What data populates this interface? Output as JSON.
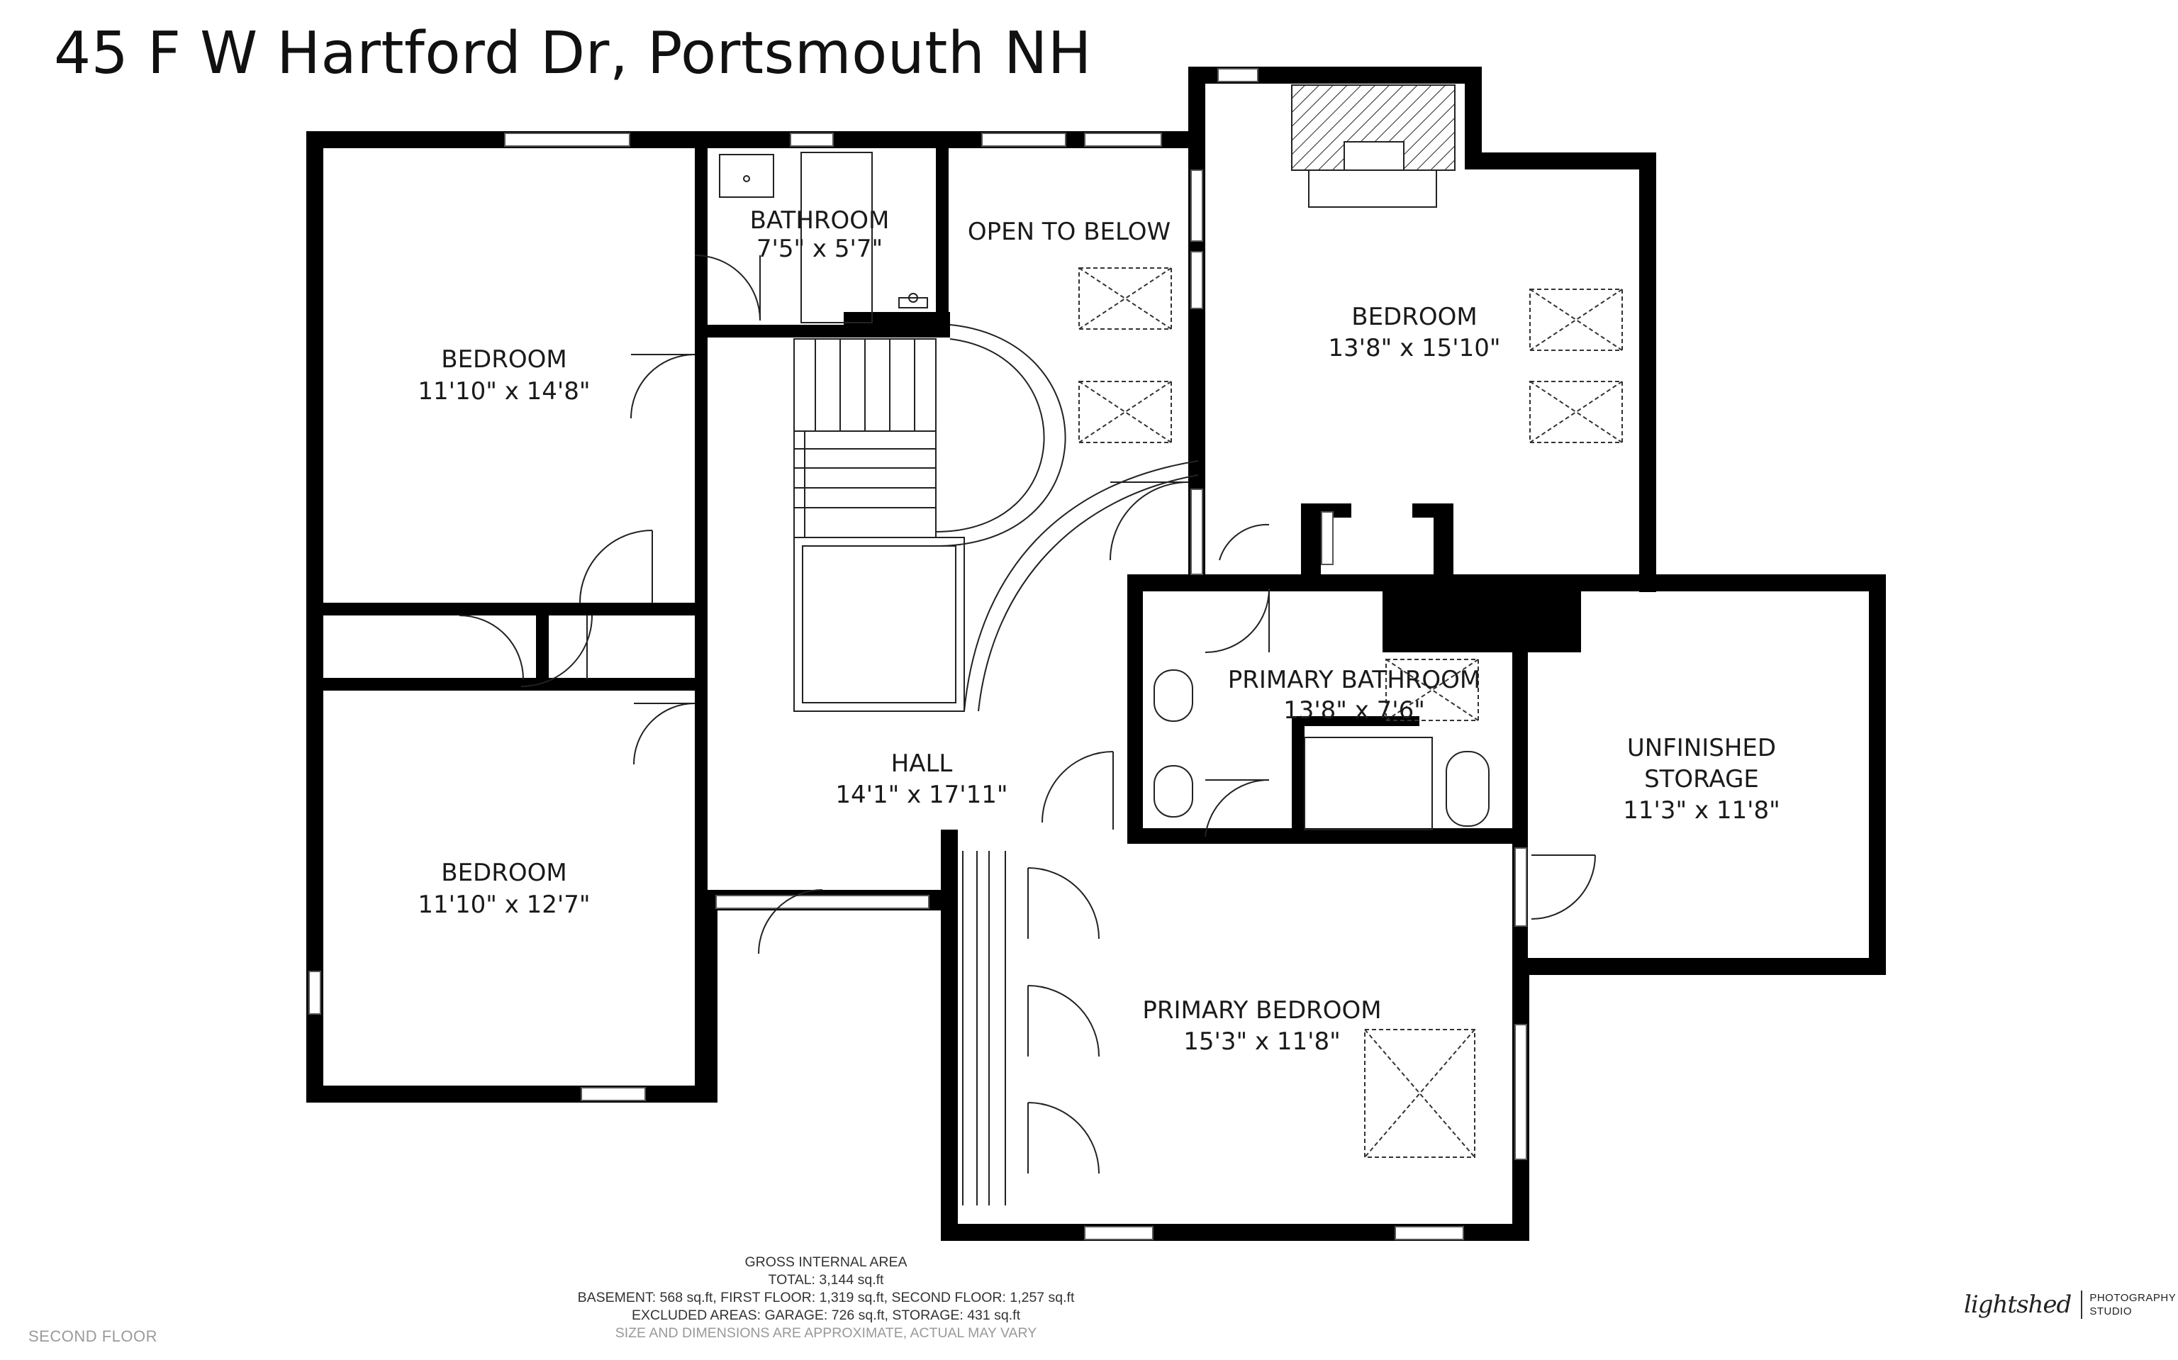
{
  "header": {
    "address": "45 F W Hartford Dr, Portsmouth NH"
  },
  "rooms": {
    "bedroom_nw": {
      "name": "BEDROOM",
      "dims": "11'10\" x 14'8\""
    },
    "bathroom": {
      "name": "BATHROOM",
      "dims": "7'5\" x 5'7\""
    },
    "open_to_below": {
      "name": "OPEN TO BELOW"
    },
    "bedroom_ne": {
      "name": "BEDROOM",
      "dims": "13'8\" x 15'10\""
    },
    "bedroom_sw": {
      "name": "BEDROOM",
      "dims": "11'10\" x 12'7\""
    },
    "hall": {
      "name": "HALL",
      "dims": "14'1\" x 17'11\""
    },
    "primary_bathroom": {
      "name": "PRIMARY BATHROOM",
      "dims": "13'8\" x 7'6\""
    },
    "unfinished_storage": {
      "line1": "UNFINISHED",
      "line2": "STORAGE",
      "dims": "11'3\" x 11'8\""
    },
    "primary_bedroom": {
      "name": "PRIMARY BEDROOM",
      "dims": "15'3\" x 11'8\""
    }
  },
  "area_summary": {
    "title": "GROSS INTERNAL AREA",
    "total": "TOTAL: 3,144 sq.ft",
    "floors": "BASEMENT: 568 sq.ft, FIRST FLOOR: 1,319 sq.ft, SECOND FLOOR: 1,257 sq.ft",
    "excluded": "EXCLUDED AREAS: GARAGE: 726 sq.ft, STORAGE: 431 sq.ft",
    "note": "SIZE AND DIMENSIONS ARE APPROXIMATE, ACTUAL MAY VARY"
  },
  "floor_label": "SECOND FLOOR",
  "brand": {
    "signature": "lightshed",
    "line1": "PHOTOGRAPHY",
    "line2": "STUDIO"
  },
  "colors": {
    "wall": "#000000",
    "line": "#222222",
    "background": "#ffffff"
  }
}
